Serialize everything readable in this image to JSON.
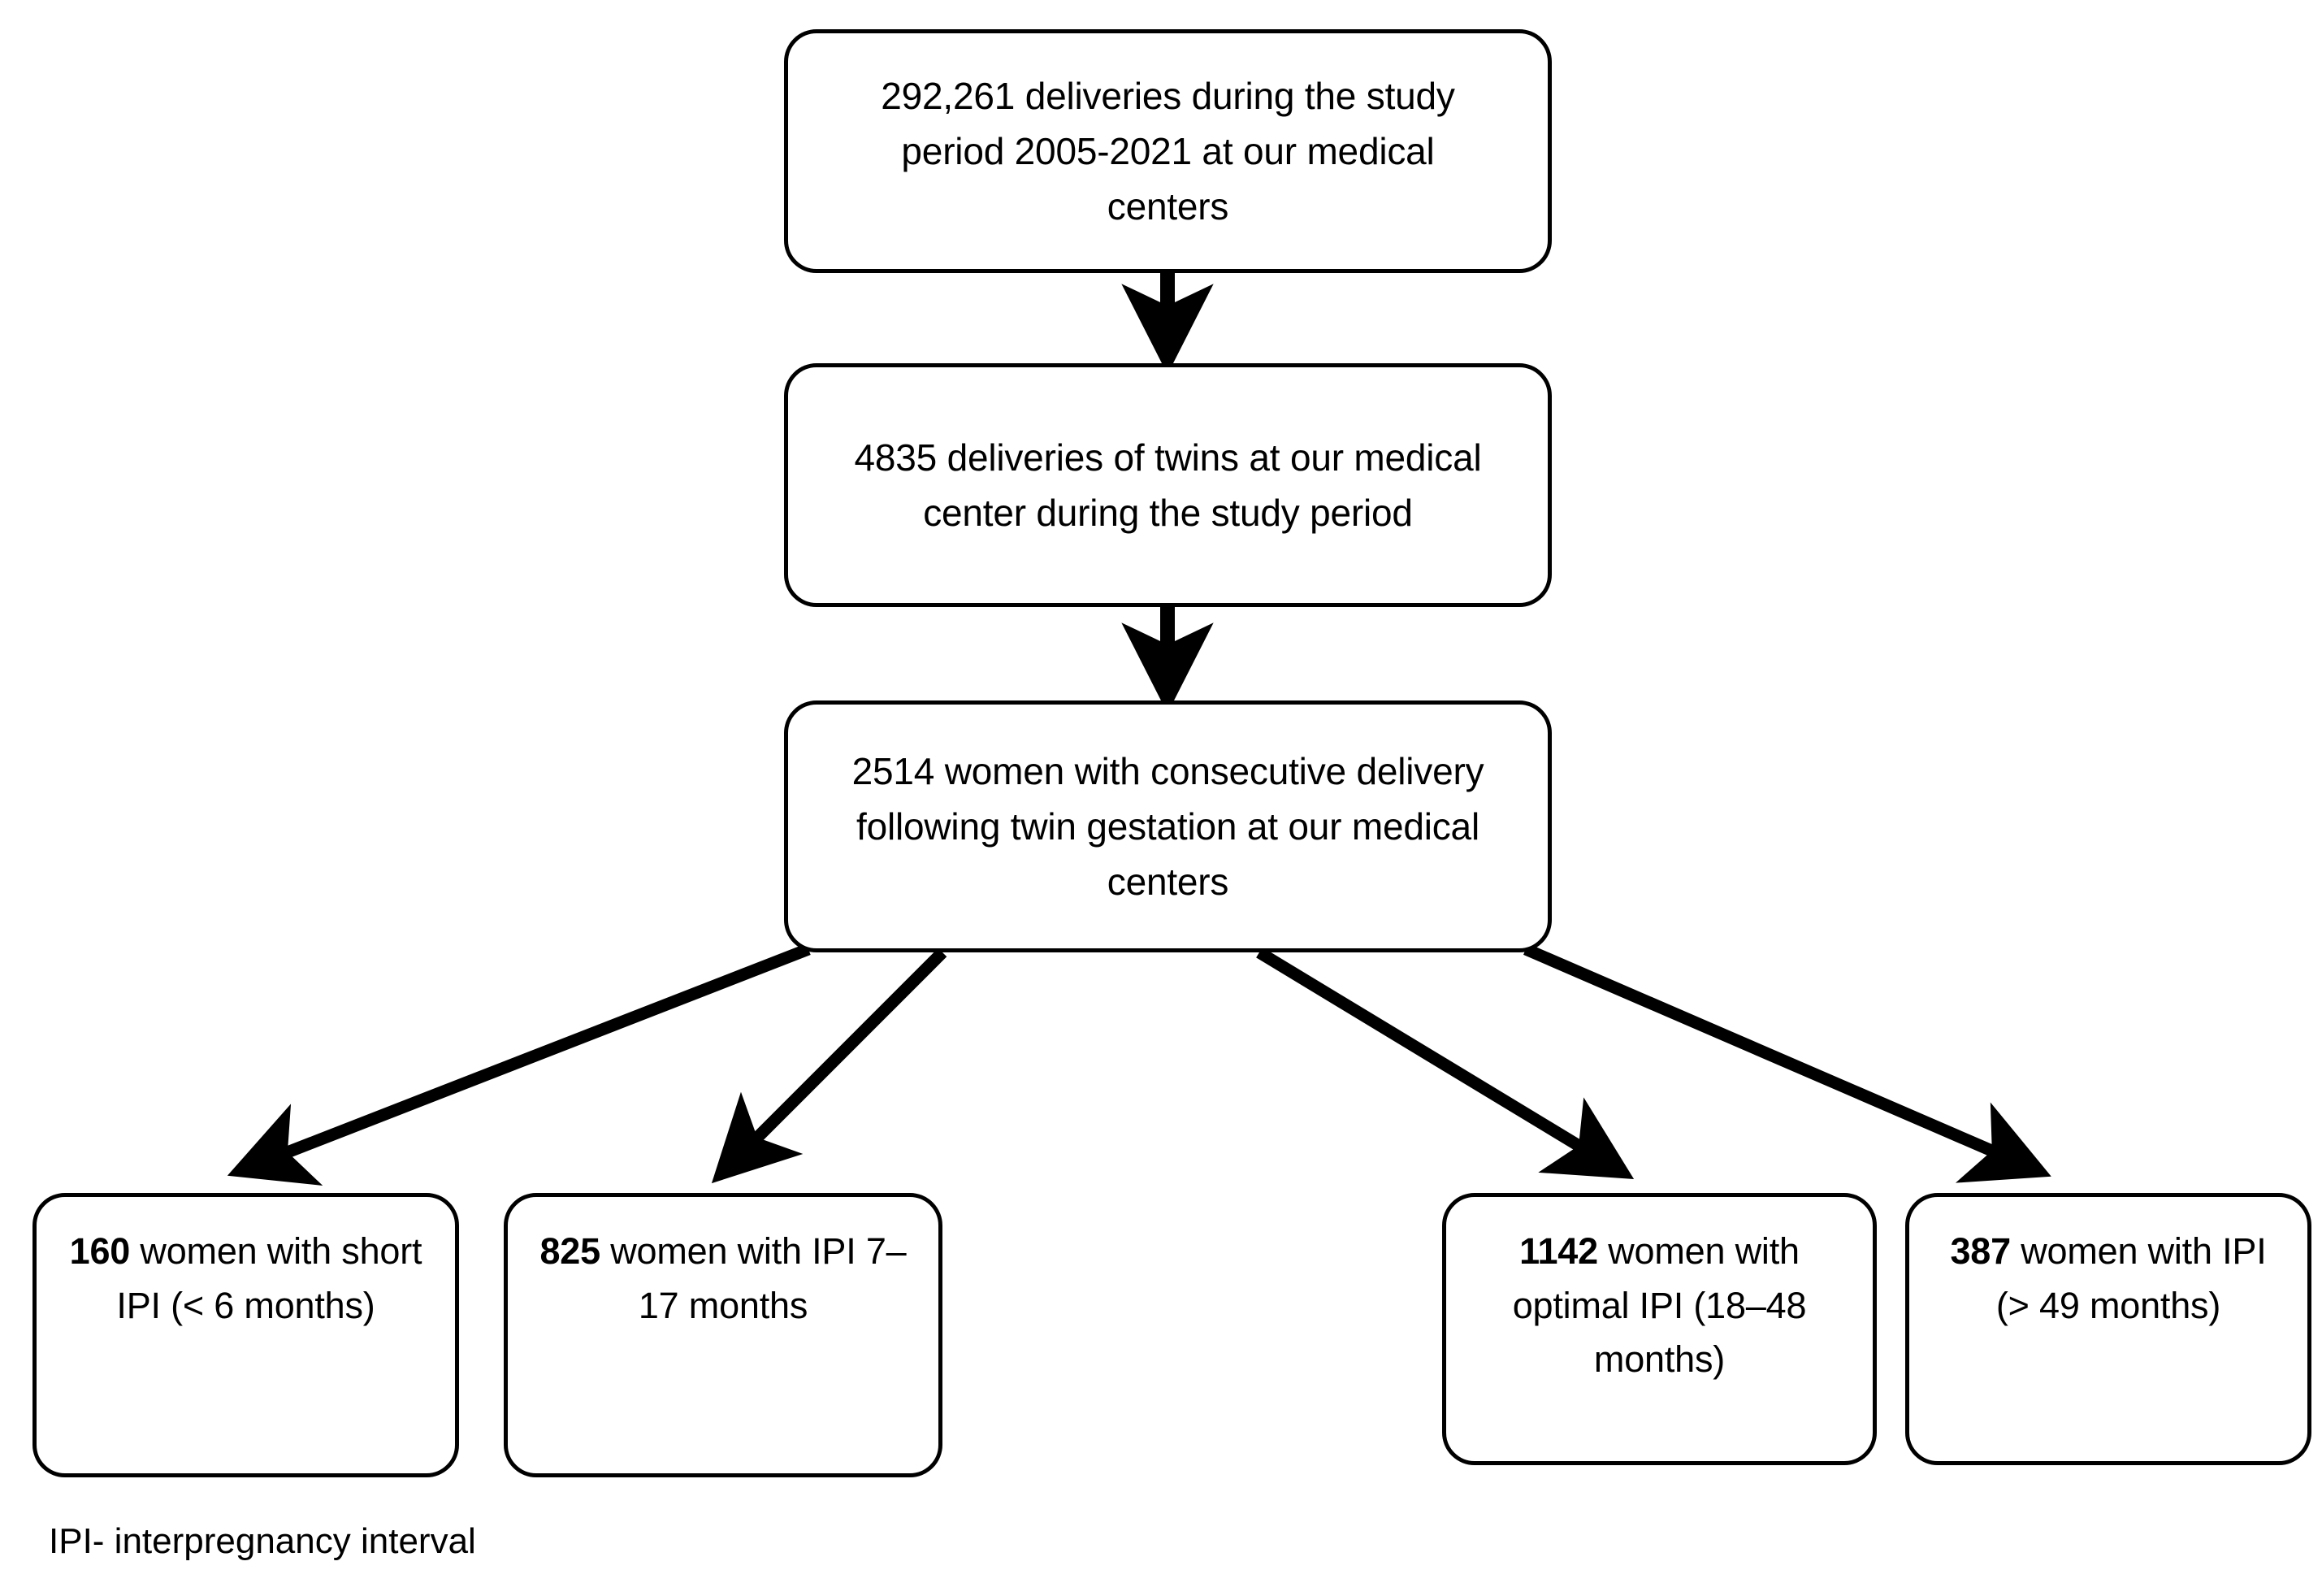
{
  "diagram": {
    "type": "flowchart",
    "title": "",
    "nodes": [
      {
        "id": "total",
        "number": "292,261",
        "text": "292,261 deliveries during the study period 2005-2021 at our medical centers",
        "bold_prefix": ""
      },
      {
        "id": "twins",
        "number": "4835",
        "text": "4835 deliveries of twins at our medical center during the study period",
        "bold_prefix": ""
      },
      {
        "id": "consec",
        "number": "2514",
        "text": "2514 women with consecutive delivery following twin gestation at our medical centers",
        "bold_prefix": ""
      },
      {
        "id": "short",
        "number": "160",
        "bold_prefix": "160",
        "rest": " women with short IPI (< 6 months)",
        "text": "160 women with short IPI (< 6 months)"
      },
      {
        "id": "mid",
        "number": "825",
        "bold_prefix": "825",
        "rest": " women with IPI 7–17 months",
        "text": "825 women with IPI 7–17 months"
      },
      {
        "id": "optimal",
        "number": "1142",
        "bold_prefix": "1142",
        "rest": " women with optimal IPI (18–48 months)",
        "text": "1142 women with optimal IPI (18–48 months)"
      },
      {
        "id": "long",
        "number": "387",
        "bold_prefix": "387",
        "rest": " women with IPI (> 49 months)",
        "text": "387 women with IPI (> 49 months)"
      }
    ],
    "edges": [
      {
        "from": "total",
        "to": "twins",
        "style": "straight-down"
      },
      {
        "from": "twins",
        "to": "consec",
        "style": "straight-down"
      },
      {
        "from": "consec",
        "to": "short",
        "style": "diagonal"
      },
      {
        "from": "consec",
        "to": "mid",
        "style": "diagonal"
      },
      {
        "from": "consec",
        "to": "optimal",
        "style": "diagonal"
      },
      {
        "from": "consec",
        "to": "long",
        "style": "diagonal"
      }
    ],
    "footnote": "IPI- interpregnancy interval",
    "colors": {
      "stroke": "#000000",
      "fill": "#ffffff",
      "text": "#000000"
    }
  }
}
